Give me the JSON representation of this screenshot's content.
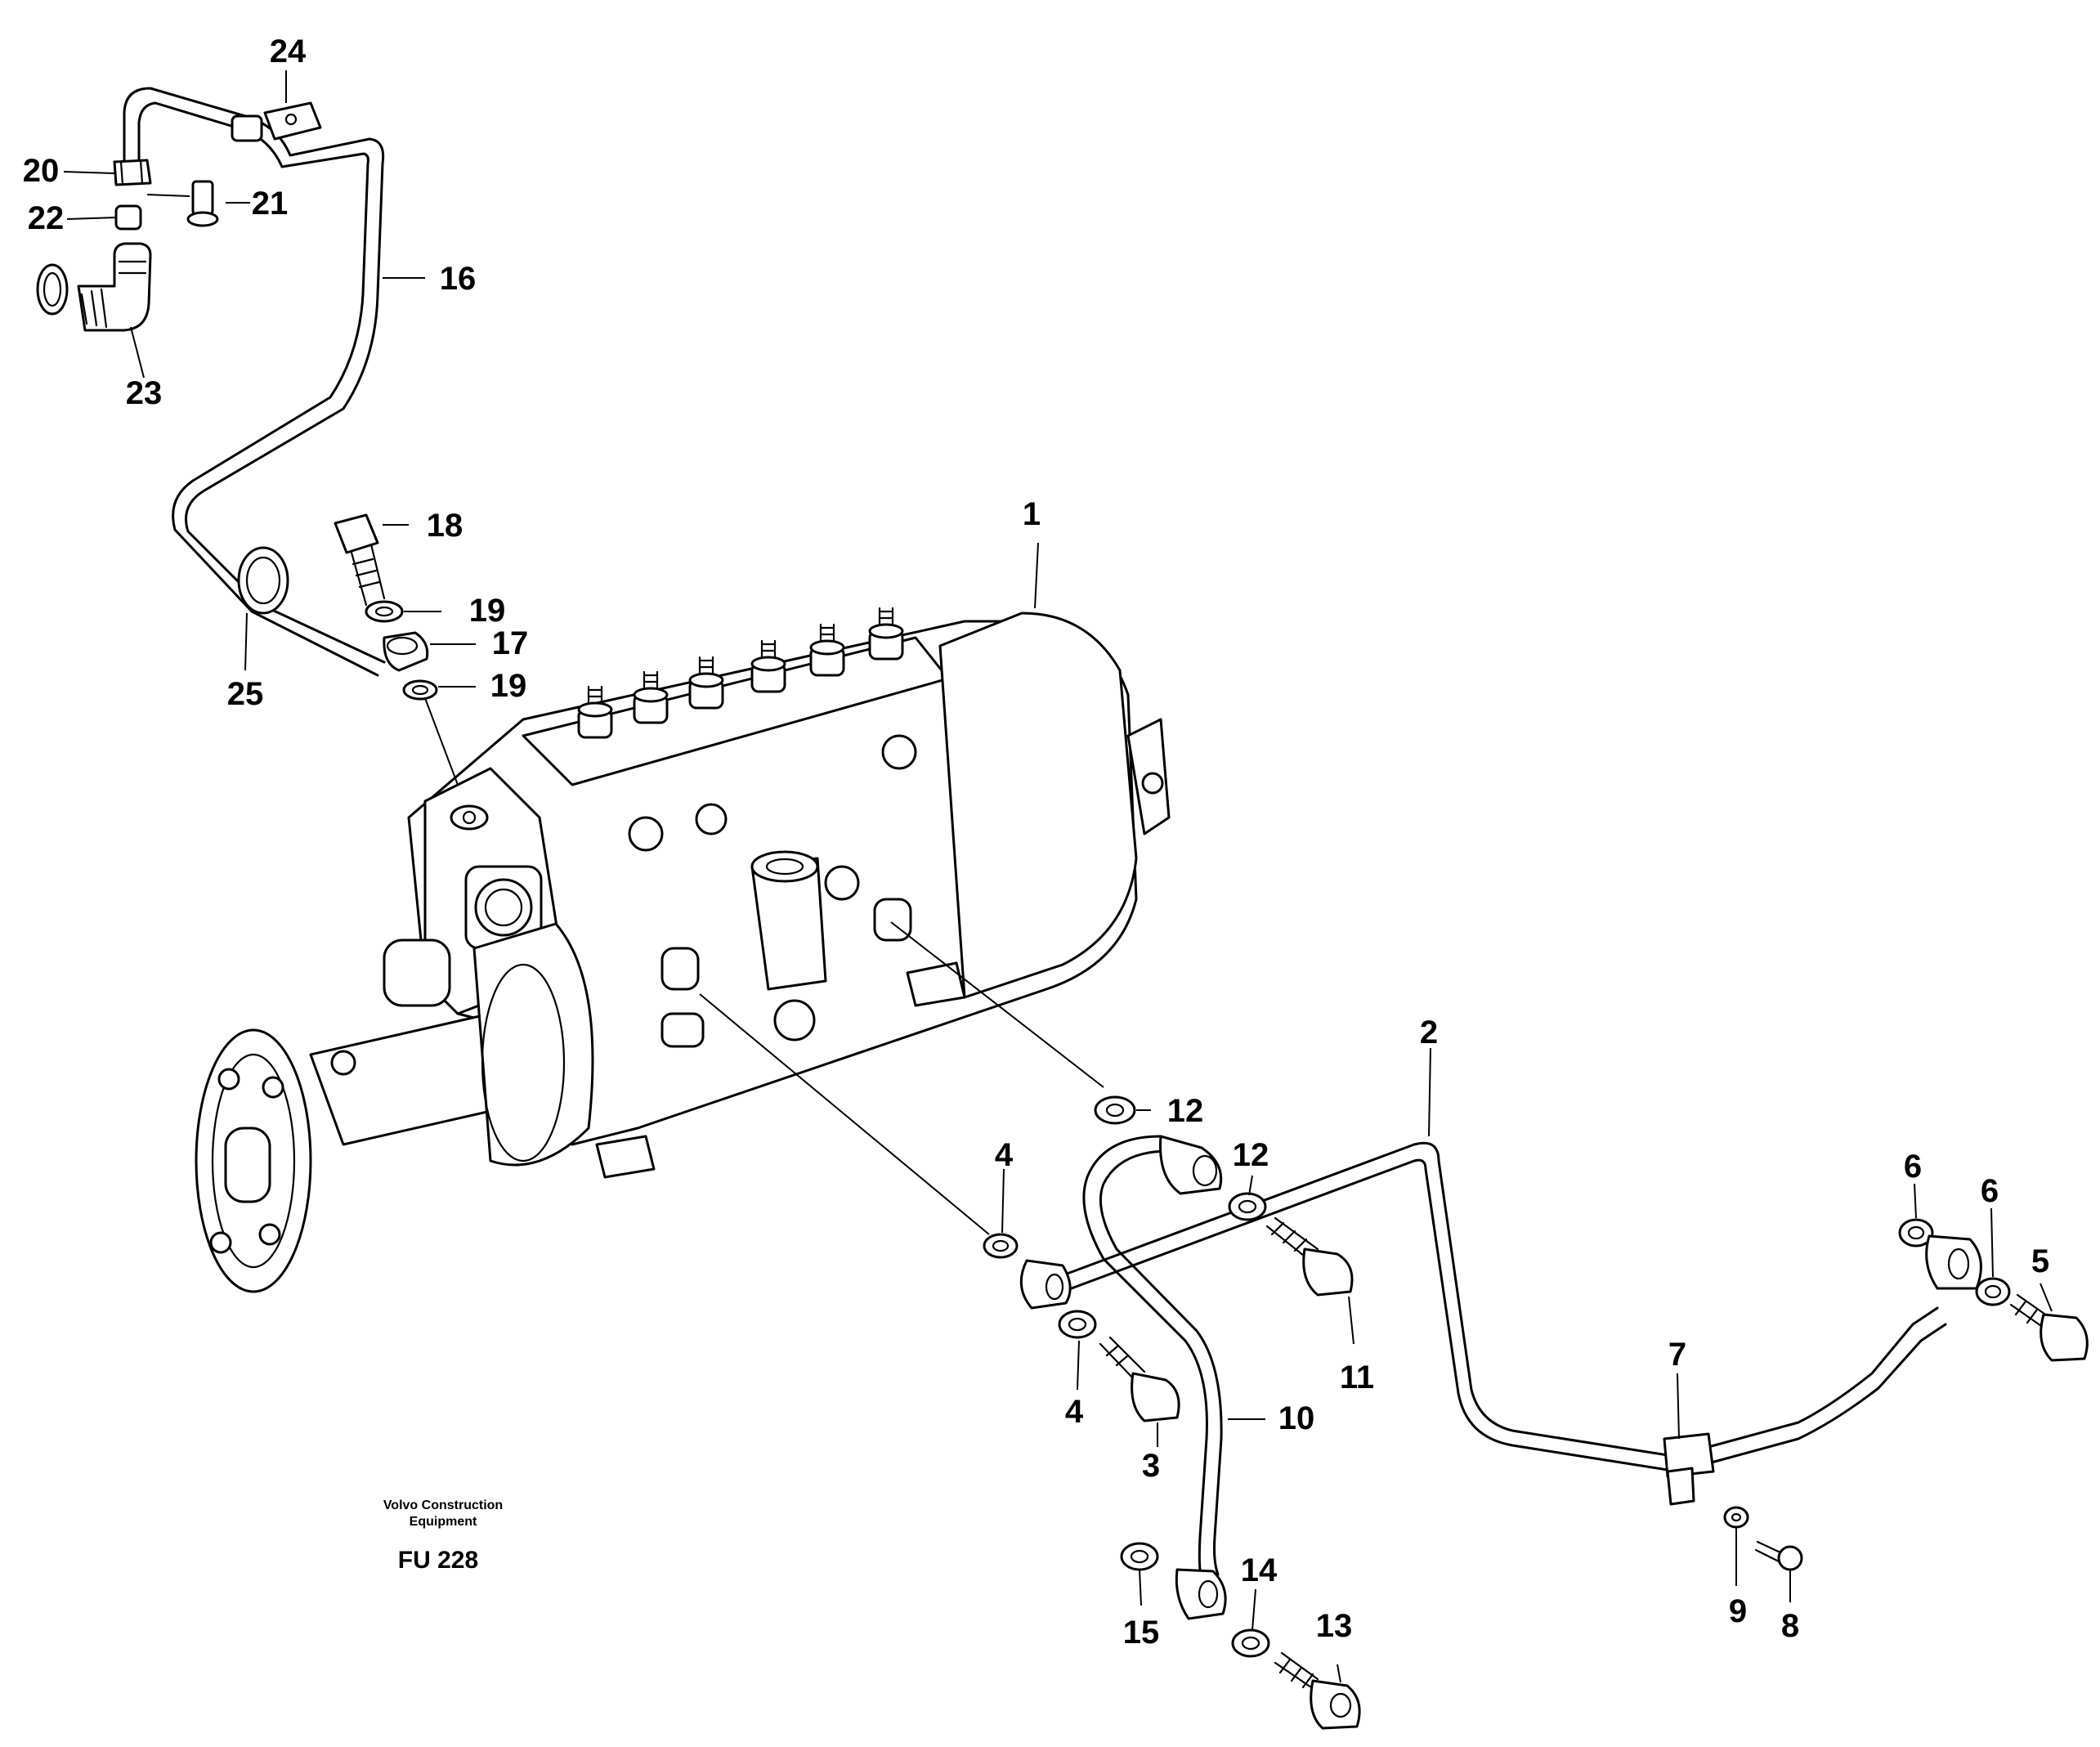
{
  "diagram": {
    "callouts": [
      {
        "id": "1",
        "text": "1"
      },
      {
        "id": "2",
        "text": "2"
      },
      {
        "id": "3",
        "text": "3"
      },
      {
        "id": "4a",
        "text": "4"
      },
      {
        "id": "4b",
        "text": "4"
      },
      {
        "id": "5",
        "text": "5"
      },
      {
        "id": "6a",
        "text": "6"
      },
      {
        "id": "6b",
        "text": "6"
      },
      {
        "id": "7",
        "text": "7"
      },
      {
        "id": "8",
        "text": "8"
      },
      {
        "id": "9",
        "text": "9"
      },
      {
        "id": "10",
        "text": "10"
      },
      {
        "id": "11",
        "text": "11"
      },
      {
        "id": "12a",
        "text": "12"
      },
      {
        "id": "12b",
        "text": "12"
      },
      {
        "id": "13",
        "text": "13"
      },
      {
        "id": "14",
        "text": "14"
      },
      {
        "id": "15",
        "text": "15"
      },
      {
        "id": "16",
        "text": "16"
      },
      {
        "id": "17",
        "text": "17"
      },
      {
        "id": "18",
        "text": "18"
      },
      {
        "id": "19a",
        "text": "19"
      },
      {
        "id": "19b",
        "text": "19"
      },
      {
        "id": "20",
        "text": "20"
      },
      {
        "id": "21",
        "text": "21"
      },
      {
        "id": "22",
        "text": "22"
      },
      {
        "id": "23",
        "text": "23"
      },
      {
        "id": "24",
        "text": "24"
      },
      {
        "id": "25",
        "text": "25"
      }
    ],
    "brand_line1": "Volvo Construction",
    "brand_line2": "Equipment",
    "figure_code": "FU 228"
  }
}
